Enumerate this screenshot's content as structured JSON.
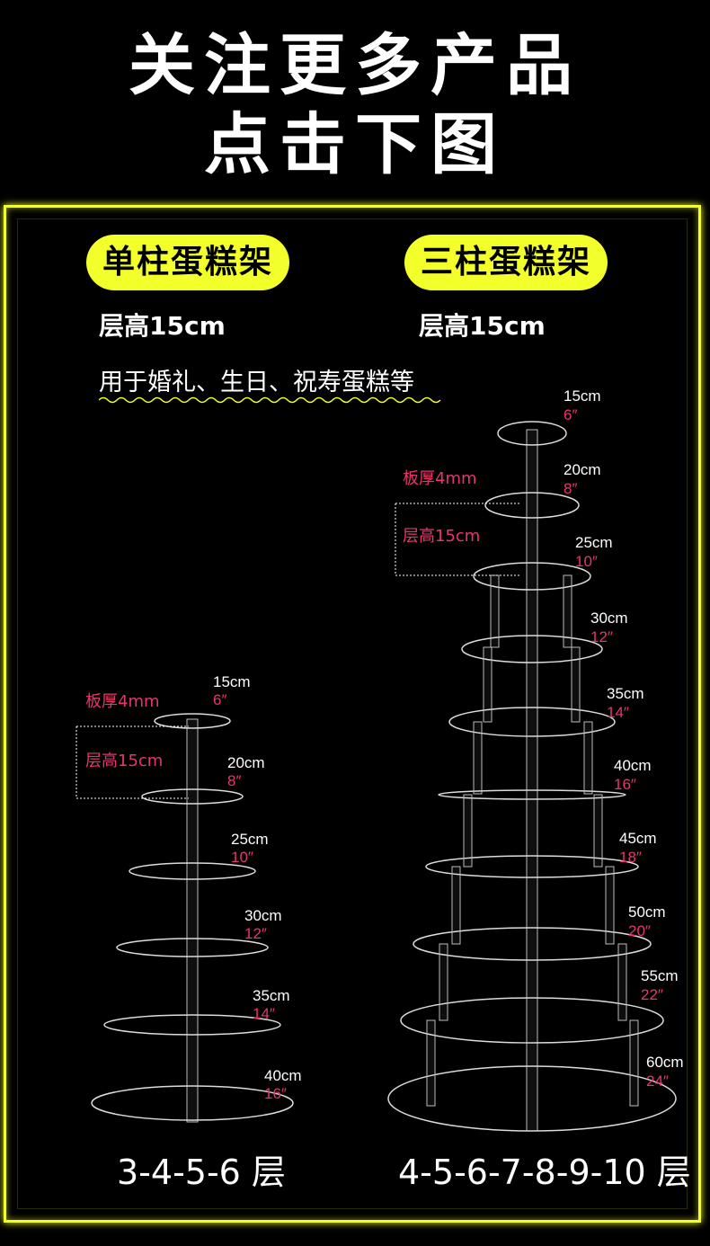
{
  "header": {
    "line1": "关注更多产品",
    "line2": "点击下图"
  },
  "left": {
    "pill": "单柱蛋糕架",
    "layer_height": "层高15cm",
    "usage": "用于婚礼、生日、祝寿蛋糕等",
    "thickness_note": "板厚4mm",
    "height_note": "层高15cm",
    "tiers": [
      {
        "cm": "15cm",
        "inch": "6″"
      },
      {
        "cm": "20cm",
        "inch": "8″"
      },
      {
        "cm": "25cm",
        "inch": "10″"
      },
      {
        "cm": "30cm",
        "inch": "12″"
      },
      {
        "cm": "35cm",
        "inch": "14″"
      },
      {
        "cm": "40cm",
        "inch": "16″"
      }
    ],
    "caption": "3-4-5-6 层"
  },
  "right": {
    "pill": "三柱蛋糕架",
    "layer_height": "层高15cm",
    "thickness_note": "板厚4mm",
    "height_note": "层高15cm",
    "tiers": [
      {
        "cm": "15cm",
        "inch": "6″"
      },
      {
        "cm": "20cm",
        "inch": "8″"
      },
      {
        "cm": "25cm",
        "inch": "10″"
      },
      {
        "cm": "30cm",
        "inch": "12″"
      },
      {
        "cm": "35cm",
        "inch": "14″"
      },
      {
        "cm": "40cm",
        "inch": "16″"
      },
      {
        "cm": "45cm",
        "inch": "18″"
      },
      {
        "cm": "50cm",
        "inch": "20″"
      },
      {
        "cm": "55cm",
        "inch": "22″"
      },
      {
        "cm": "60cm",
        "inch": "24″"
      }
    ],
    "caption": "4-5-6-7-8-9-10 层"
  },
  "colors": {
    "accent": "#f3ff2a",
    "inch_label": "#e8356e",
    "background": "#000000"
  }
}
